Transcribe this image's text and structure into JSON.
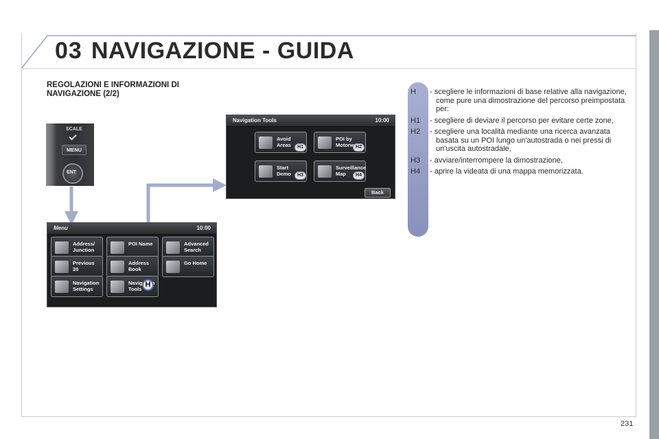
{
  "header": {
    "chapter_number": "03",
    "chapter_title": "NAVIGAZIONE - GUIDA"
  },
  "page_number": "231",
  "section_title": "REGOLAZIONI E INFORMAZIONI DI NAVIGAZIONE (2/2)",
  "remote": {
    "scale_label": "SCALE",
    "menu_label": "MENU",
    "ent_label": "ENT"
  },
  "menu_screen": {
    "title": "Menu",
    "time": "10:00",
    "tiles": [
      {
        "label": "Address/\nJunction",
        "icon": "map-pin-icon"
      },
      {
        "label": "POI Name",
        "icon": "poi-icon"
      },
      {
        "label": "Advanced\nSearch",
        "icon": "search-icon"
      },
      {
        "label": "Previous\n20",
        "icon": "history-icon"
      },
      {
        "label": "Address\nBook",
        "icon": "book-icon"
      },
      {
        "label": "Go Home",
        "icon": "home-icon"
      },
      {
        "label": "Navigation\nSettings",
        "icon": "settings-icon"
      },
      {
        "label": "Navigation\nTools",
        "icon": "tools-icon"
      }
    ],
    "badge": "H"
  },
  "tools_screen": {
    "title": "Navigation Tools",
    "time": "10:00",
    "tiles": [
      {
        "label": "Avoid\nAreas",
        "badge": "H1",
        "icon": "avoid-icon"
      },
      {
        "label": "POI by\nMotorway",
        "badge": "H2",
        "icon": "motorway-icon"
      },
      {
        "label": "Start\nDemo",
        "badge": "H3",
        "icon": "demo-icon"
      },
      {
        "label": "Surveillance\nMap",
        "badge": "H4",
        "icon": "map-icon"
      }
    ],
    "back_label": "Back"
  },
  "legend": [
    {
      "key": "H",
      "text": "- scegliere le informazioni di base relative alla navigazione, come pure una dimostrazione del percorso preimpostata per:"
    },
    {
      "key": "H1",
      "text": "- scegliere di deviare il percorso per evitare certe zone,"
    },
    {
      "key": "H2",
      "text": "- scegliere una località mediante una ricerca avanzata basata su un POI lungo un'autostrada o nei pressi di un'uscita autostradale,"
    },
    {
      "key": "H3",
      "text": "- avviare/interrompere la dimostrazione,"
    },
    {
      "key": "H4",
      "text": "- aprire la videata di una mappa memorizzata."
    }
  ],
  "colors": {
    "arrow": "#a4accb",
    "legend_pill": "#9aa1c8",
    "header_line": "#9aa6c4"
  }
}
